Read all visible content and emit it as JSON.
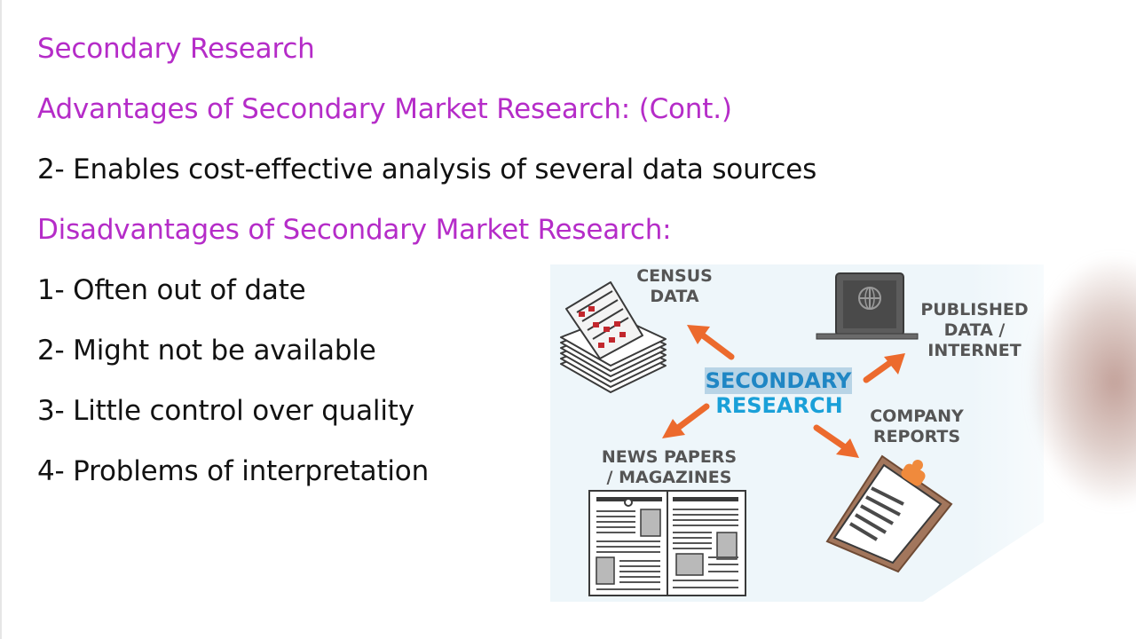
{
  "slide": {
    "title": "Secondary Research",
    "advantages_heading": "Advantages of Secondary Market Research: (Cont.)",
    "advantage_point": "2- Enables cost-effective analysis of several data sources",
    "disadvantages_heading": "Disadvantages of Secondary Market Research:",
    "disadvantages": [
      "1- Often out of date",
      "2- Might not be available",
      "3- Little control over quality",
      "4- Problems of interpretation"
    ]
  },
  "diagram": {
    "center_line1": "SECONDARY",
    "center_line2": "RESEARCH",
    "census_line1": "CENSUS",
    "census_line2": "DATA",
    "published_line1": "PUBLISHED",
    "published_line2": "DATA /",
    "published_line3": "INTERNET",
    "company_line1": "COMPANY",
    "company_line2": "REPORTS",
    "news_line1": "NEWS PAPERS",
    "news_line2": "/ MAGAZINES"
  },
  "colors": {
    "heading_purple": "#b52cc8",
    "body_text": "#121212",
    "arrow_orange": "#ec6a2d",
    "center_blue": "#1f86c4",
    "label_gray": "#555555",
    "panel_bg": "#eef6fa"
  },
  "icons": [
    "census-documents-icon",
    "laptop-globe-icon",
    "clipboard-report-icon",
    "newspaper-icon",
    "orange-arrow-icon"
  ]
}
